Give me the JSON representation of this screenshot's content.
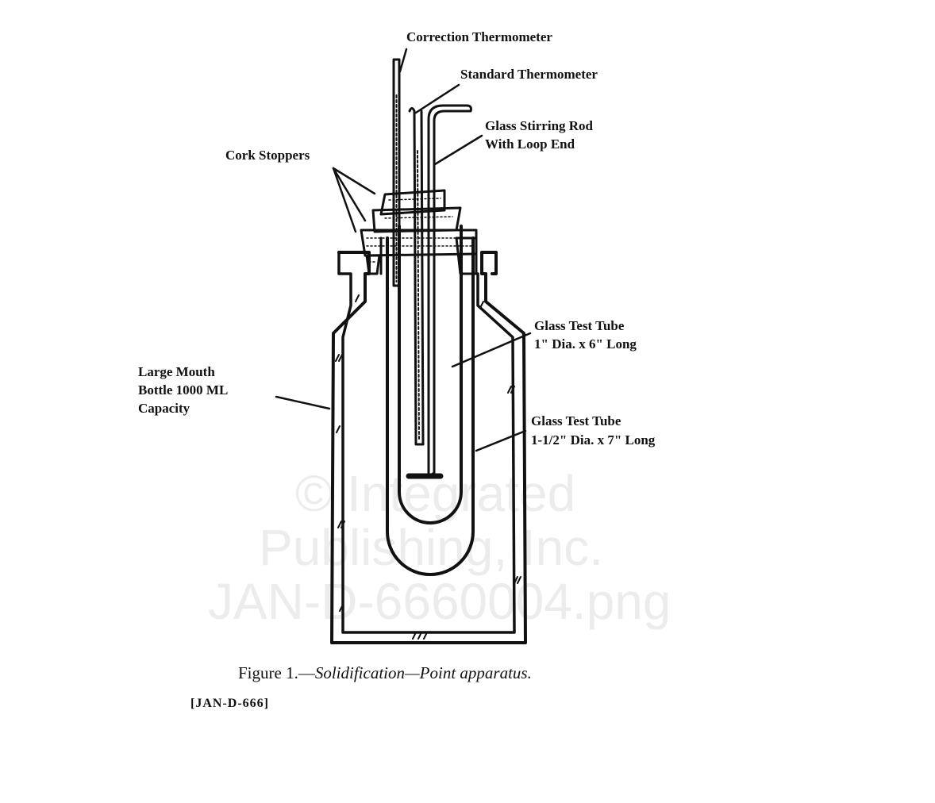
{
  "watermark": {
    "line1": "© Integrated",
    "line2": "Publishing, Inc.",
    "line3": "JAN-D-6660004.png"
  },
  "labels": {
    "correction_thermometer": "Correction Thermometer",
    "standard_thermometer": "Standard Thermometer",
    "stirring_rod_1": "Glass Stirring Rod",
    "stirring_rod_2": "With Loop End",
    "cork_stoppers": "Cork Stoppers",
    "inner_tube_1": "Glass Test Tube",
    "inner_tube_2": "1\" Dia. x 6\" Long",
    "outer_tube_1": "Glass Test Tube",
    "outer_tube_2": "1-1/2\" Dia. x 7\" Long",
    "bottle_1": "Large Mouth",
    "bottle_2": "Bottle 1000 ML",
    "bottle_3": "Capacity"
  },
  "caption": {
    "prefix": "Figure 1.—",
    "italic": "Solidification—Point apparatus."
  },
  "reference": "[JAN-D-666]"
}
